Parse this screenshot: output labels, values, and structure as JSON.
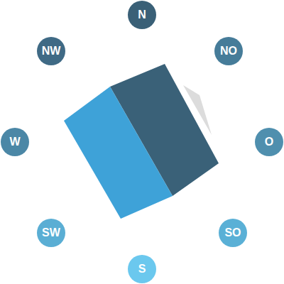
{
  "diagram": {
    "nodes": [
      {
        "text": [
          "N"
        ]
      },
      {
        "text": [
          "NW"
        ]
      },
      {
        "text": [
          "NO"
        ]
      },
      {
        "text": [
          "W"
        ]
      },
      {
        "text": [
          "O"
        ]
      },
      {
        "text": [
          "SW"
        ]
      },
      {
        "text": [
          "SO"
        ]
      },
      {
        "text": [
          "S"
        ]
      }
    ]
  }
}
